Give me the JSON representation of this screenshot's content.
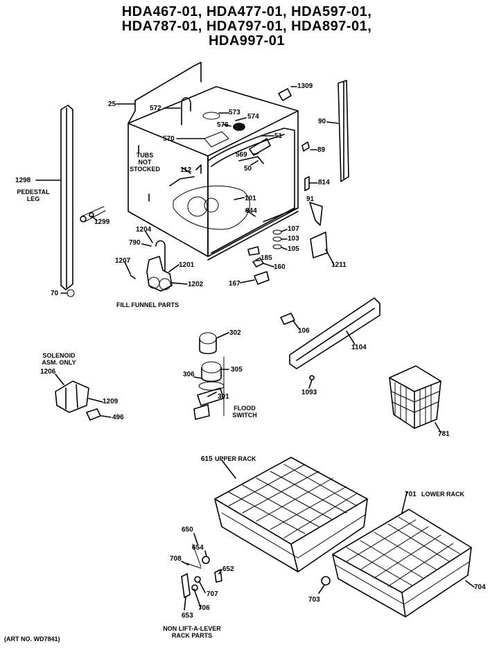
{
  "title": {
    "line1": "HDA467-01, HDA477-01, HDA597-01,",
    "line2": "HDA787-01, HDA797-01, HDA897-01,",
    "line3": "HDA997-01"
  },
  "callouts": {
    "p25": "25",
    "p572": "572",
    "p573": "573",
    "p574": "574",
    "p576": "576",
    "p570": "570",
    "p51": "51",
    "p569": "569",
    "p50": "50",
    "p1309": "1309",
    "p90": "90",
    "p89": "89",
    "p814": "814",
    "p91": "91",
    "p112": "112",
    "p101": "101",
    "p844": "844",
    "p1298": "1298",
    "p1299": "1299",
    "p70": "70",
    "p1204": "1204",
    "p790": "790",
    "p1207": "1207",
    "p1201": "1201",
    "p1202": "1202",
    "p107": "107",
    "p103": "103",
    "p105": "105",
    "p185": "185",
    "p160": "160",
    "p167": "167",
    "p1211": "1211",
    "p106": "106",
    "p1104": "1104",
    "p1093": "1093",
    "p302": "302",
    "p305": "305",
    "p306": "306",
    "p301": "301",
    "p1206": "1206",
    "p1209": "1209",
    "p496": "496",
    "p781": "781",
    "p615": "615",
    "p701": "701",
    "p650": "650",
    "p654": "654",
    "p708": "708",
    "p652": "652",
    "p707": "707",
    "p706": "706",
    "p653": "653",
    "p703": "703",
    "p704": "704"
  },
  "labels": {
    "tubs_not_stocked": [
      "TUBS",
      "NOT",
      "STOCKED"
    ],
    "pedestal_leg": [
      "PEDESTAL",
      "LEG"
    ],
    "fill_funnel_parts": "FILL FUNNEL PARTS",
    "solenoid_asm_only": [
      "SOLENOID",
      "ASM. ONLY"
    ],
    "flood_switch": [
      "FLOOD",
      "SWITCH"
    ],
    "upper_rack": "UPPER RACK",
    "lower_rack": "LOWER RACK",
    "non_lift_a_lever": [
      "NON LIFT-A-LEVER",
      "RACK PARTS"
    ],
    "art_no": "(ART NO. WD7841)"
  }
}
